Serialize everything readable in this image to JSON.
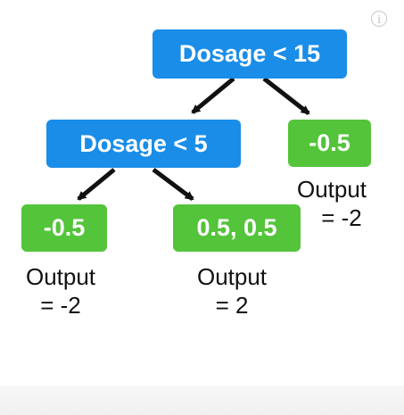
{
  "tree": {
    "root": {
      "label": "Dosage < 15"
    },
    "left_split": {
      "label": "Dosage < 5"
    },
    "leaves": [
      {
        "label": "-0.5",
        "output_line1": "Output",
        "output_line2": "= -2"
      },
      {
        "label": "0.5, 0.5",
        "output_line1": "Output",
        "output_line2": "= 2"
      },
      {
        "label": "-0.5",
        "output_line1": "Output",
        "output_line2": "= -2"
      }
    ]
  },
  "colors": {
    "split_node": "#1a8de8",
    "leaf_node": "#54c43a",
    "arrow": "#111111"
  },
  "ui": {
    "info_icon_glyph": "i"
  }
}
